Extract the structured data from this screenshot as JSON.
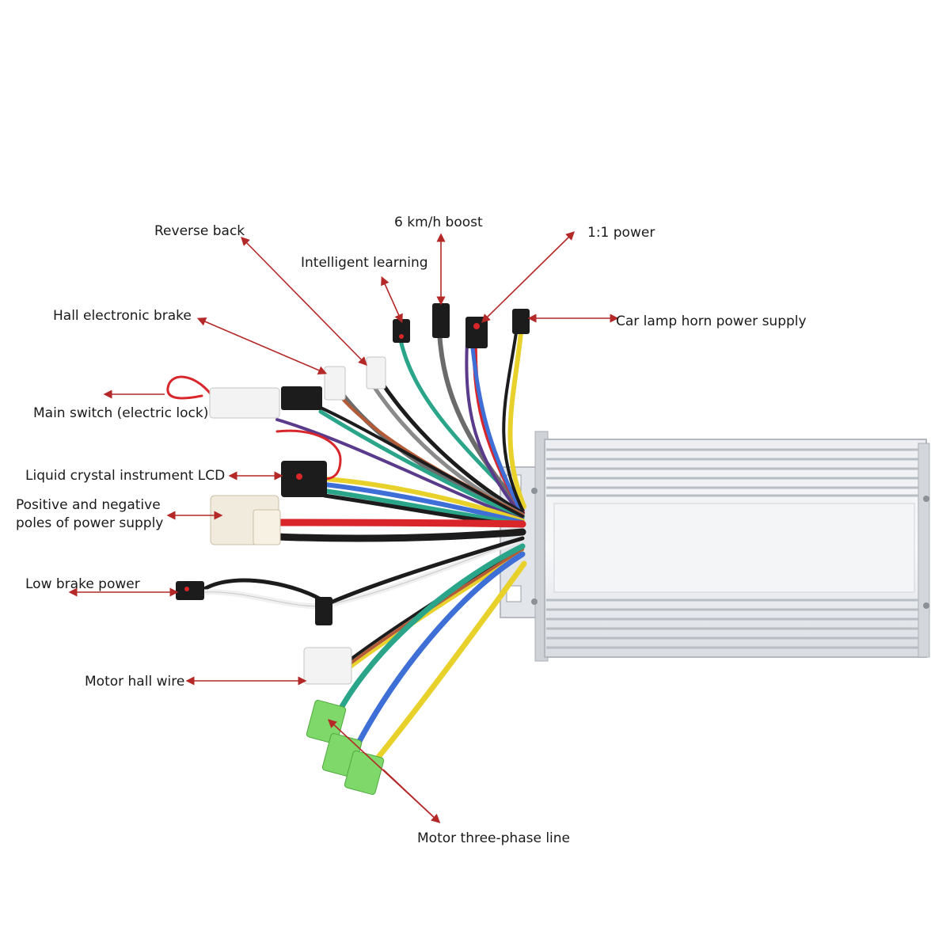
{
  "diagram": {
    "labels": {
      "reverse_back": "Reverse back",
      "boost_6kmh": "6 km/h boost",
      "power_1_1": "1:1 power",
      "intelligent_learning": "Intelligent learning",
      "hall_electronic_brake": "Hall electronic brake",
      "car_lamp_horn": "Car lamp horn power supply",
      "main_switch": "Main switch (electric lock)",
      "lcd": "Liquid crystal instrument LCD",
      "power_supply_line1": "Positive and negative",
      "power_supply_line2": "poles of power supply",
      "low_brake_power": "Low brake power",
      "motor_hall_wire": "Motor hall wire",
      "motor_three_phase": "Motor three-phase line"
    },
    "colors": {
      "arrow": "#b42828",
      "housing": "#d5d9de",
      "fin": "#b9bec5",
      "wire_red": "#d8262b",
      "wire_black": "#1c1c1c",
      "wire_yellow": "#e8d12a",
      "wire_blue": "#3e6fd6",
      "wire_green": "#2aa58a",
      "wire_teal": "#39b8b0",
      "wire_gray": "#6b6b6b",
      "wire_purple": "#5a3a8a",
      "wire_white": "#f0f0f0",
      "terminal_green": "#7fd86a"
    }
  }
}
